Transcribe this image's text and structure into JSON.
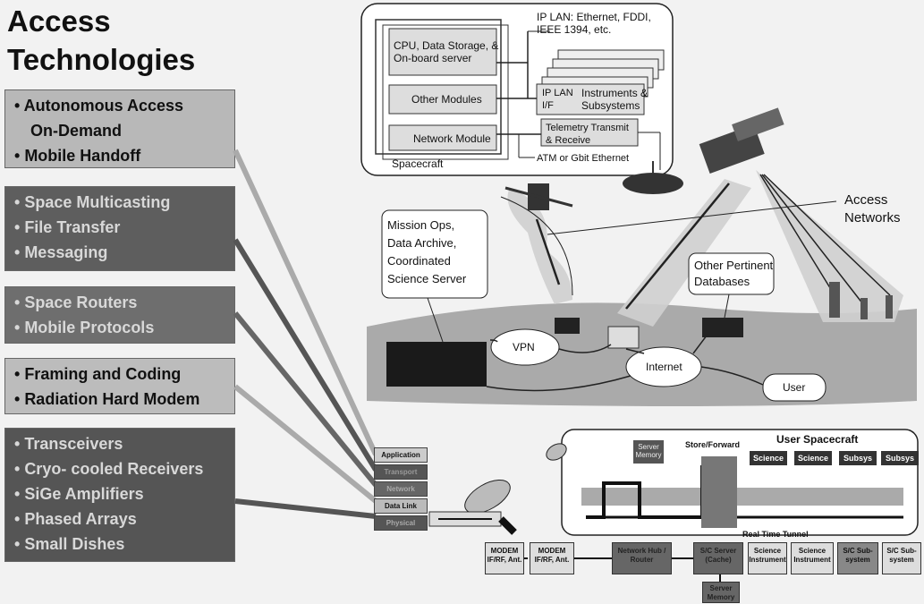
{
  "title_lines": [
    "Access",
    "Technologies"
  ],
  "left_groups": [
    {
      "items": [
        "Autonomous Access",
        "On-Demand",
        "Mobile Handoff"
      ]
    },
    {
      "items": [
        "Space Multicasting",
        "File Transfer",
        "Messaging"
      ]
    },
    {
      "items": [
        "Space Routers",
        "Mobile Protocols"
      ]
    },
    {
      "items": [
        "Framing and Coding",
        "Radiation Hard Modem"
      ]
    },
    {
      "items": [
        "Transceivers",
        "Cryo- cooled Receivers",
        "SiGe Amplifiers",
        "Phased Arrays",
        "Small Dishes"
      ]
    }
  ],
  "protocol_stack": [
    "Application",
    "Transport",
    "Network",
    "Data Link",
    "Physical"
  ],
  "spacecraft_panel": {
    "title": "Spacecraft",
    "lan_label_1": "IP LAN: Ethernet, FDDI,",
    "lan_label_2": "IEEE 1394, etc.",
    "cpu_1": "CPU, Data Storage, &",
    "cpu_2": "On-board server",
    "other_modules": "Other Modules",
    "network_module": "Network Module",
    "iplan_1": "IP LAN",
    "iplan_2": "I/F",
    "instr_1": "Instruments &",
    "instr_2": "Subsystems",
    "telemetry_1": "Telemetry Transmit",
    "telemetry_2": "& Receive",
    "atm": "ATM or Gbit Ethernet"
  },
  "network_scene": {
    "mission_1": "Mission Ops,",
    "mission_2": "Data Archive,",
    "mission_3": "Coordinated",
    "mission_4": "Science Server",
    "other_db_1": "Other Pertinent",
    "other_db_2": "Databases",
    "access_1": "Access",
    "access_2": "Networks",
    "vpn": "VPN",
    "internet": "Internet",
    "user": "User"
  },
  "user_spacecraft": {
    "title": "User Spacecraft",
    "server_memory": "Server Memory",
    "store_forward": "Store/Forward",
    "columns": [
      "Science",
      "Science",
      "Subsys",
      "Subsys"
    ],
    "tunnel": "Real Time Tunnel"
  },
  "bottom_chain": [
    {
      "label": "MODEM IF/RF, Ant."
    },
    {
      "label": "MODEM IF/RF, Ant."
    },
    {
      "label": "Network Hub / Router"
    },
    {
      "label": "S/C Server (Cache)"
    },
    {
      "label": "Science Instrument"
    },
    {
      "label": "Science Instrument"
    },
    {
      "label": "S/C Sub-system"
    },
    {
      "label": "S/C Sub-system"
    }
  ],
  "bottom_server_memory": "Server Memory"
}
